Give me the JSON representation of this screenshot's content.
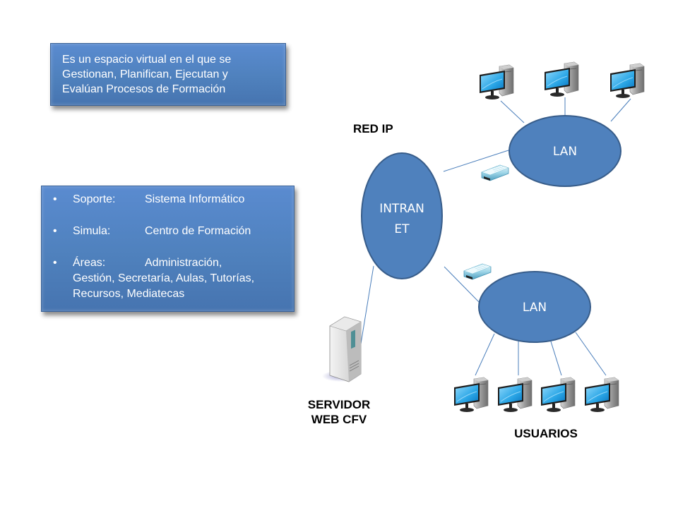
{
  "definition_box": {
    "lines": [
      "Es un espacio virtual en el que se",
      "Gestionan, Planifican, Ejecutan y",
      "Evalúan Procesos de Formación"
    ]
  },
  "features_box": {
    "bullet": "•",
    "items": [
      {
        "key": "Soporte:",
        "value": "Sistema Informático",
        "continuation": []
      },
      {
        "key": "Simula:",
        "value": "Centro de Formación",
        "continuation": []
      },
      {
        "key": "Áreas:",
        "value": "Administración,",
        "continuation": [
          "Gestión, Secretaría, Aulas, Tutorías,",
          "Recursos, Mediatecas"
        ]
      }
    ]
  },
  "diagram": {
    "title": "RED IP",
    "nodes": {
      "intranet": {
        "label_line1": "INTRAN",
        "label_line2": "ET"
      },
      "lan_top": {
        "label": "LAN"
      },
      "lan_bottom": {
        "label": "LAN"
      }
    },
    "server_label_line1": "SERVIDOR",
    "server_label_line2": "WEB CFV",
    "users_label": "USUARIOS",
    "top_computers_count": 3,
    "bottom_computers_count": 4,
    "routers_count": 2,
    "colors": {
      "node_fill": "#4f81bd",
      "node_stroke": "#385d8a",
      "link": "#4a7ebb"
    }
  }
}
